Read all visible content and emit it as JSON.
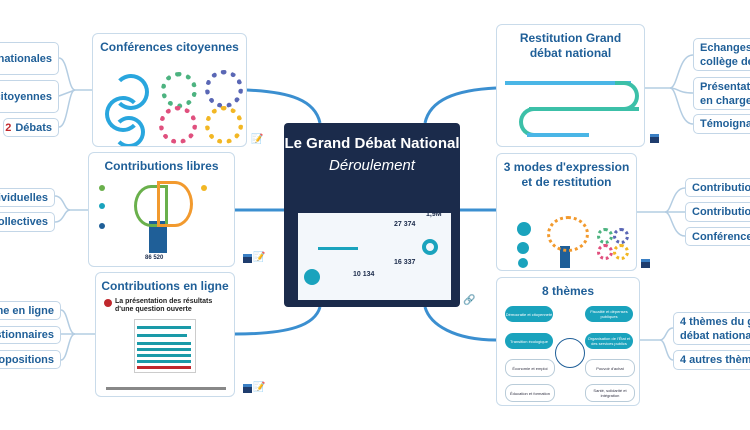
{
  "central": {
    "title": "Le Grand Débat National",
    "subtitle": "Déroulement",
    "thumbnail_numbers": [
      "27 374",
      "1,9M",
      "16 337",
      "10 134"
    ]
  },
  "left": {
    "conferences": {
      "title": "Conférences citoyennes",
      "children": [
        {
          "text": "nationales"
        },
        {
          "text": "citoyennes"
        },
        {
          "prefix": "2",
          "text": "Débats"
        }
      ]
    },
    "libres": {
      "title": "Contributions libres",
      "number": "86 520",
      "children": [
        {
          "text": "ividuelles"
        },
        {
          "text": "Collectives"
        }
      ]
    },
    "enligne": {
      "title": "Contributions en ligne",
      "subtitle": "La présentation des résultats d'une question ouverte",
      "children": [
        {
          "text": "me en ligne"
        },
        {
          "text": "stionnaires"
        },
        {
          "text": "ropositions"
        }
      ]
    }
  },
  "right": {
    "restitution": {
      "title": "Restitution Grand débat national",
      "children": [
        {
          "text": "Echanges a collège de"
        },
        {
          "text": "Présentati en charge"
        },
        {
          "text": "Témoignag"
        }
      ]
    },
    "modes": {
      "title": "3 modes d'expression et de restitution",
      "children": [
        {
          "text": "Contribution"
        },
        {
          "text": "Contribution"
        },
        {
          "text": "Conférences"
        }
      ]
    },
    "themes": {
      "title": "8 thèmes",
      "items": [
        "Démocratie et citoyenneté",
        "Transition écologique",
        "Économie et emploi",
        "Éducation et formation",
        "Fiscalité et dépenses publiques",
        "Organisation de l'État et des services publics",
        "Pouvoir d'achat",
        "Santé, solidarité et intégration"
      ],
      "children": [
        {
          "text": "4 thèmes du g débat nationa"
        },
        {
          "text": "4 autres thème"
        }
      ]
    }
  },
  "colors": {
    "main_link": "#3b8fd0",
    "sub_link": "#b4cde2",
    "central_bg": "#1b2b4b",
    "heading": "#1f5f98",
    "accent_red": "#c0282d"
  }
}
